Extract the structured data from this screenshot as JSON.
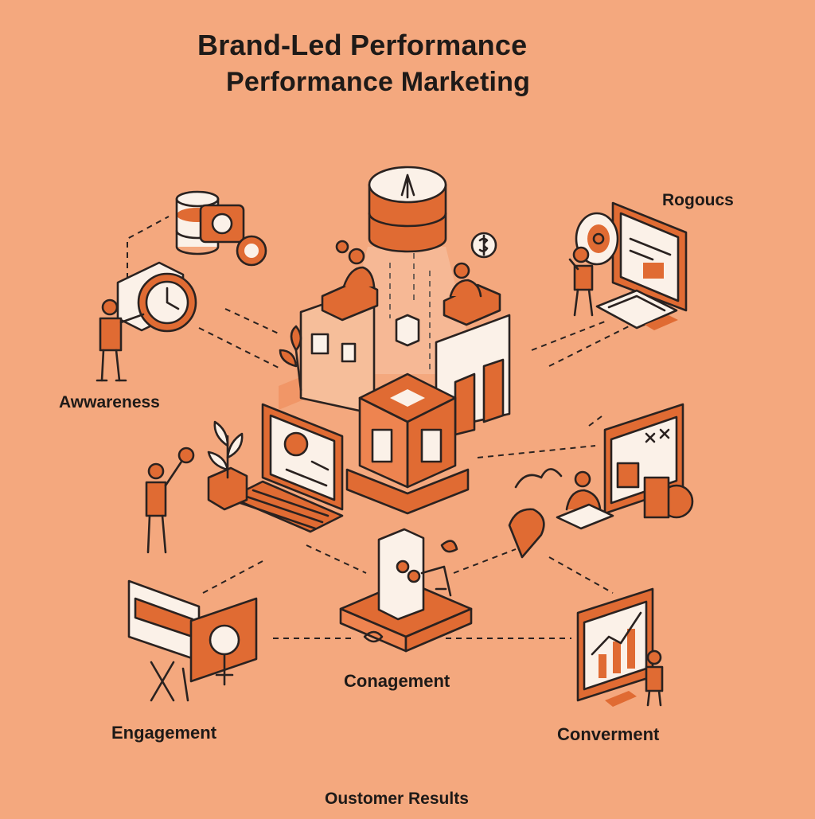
{
  "title": {
    "line1": "Brand-Led Performance",
    "line2": "Performance Marketing"
  },
  "labels": {
    "awareness": "Awwareness",
    "rogoucs": "Rogoucs",
    "engagement": "Engagement",
    "conagement": "Conagement",
    "converment": "Converment",
    "results": "Oustomer Results"
  },
  "colors": {
    "background": "#F4A87E",
    "accent": "#E06B33",
    "outline": "#2A2220",
    "light": "#FBF1E8"
  }
}
